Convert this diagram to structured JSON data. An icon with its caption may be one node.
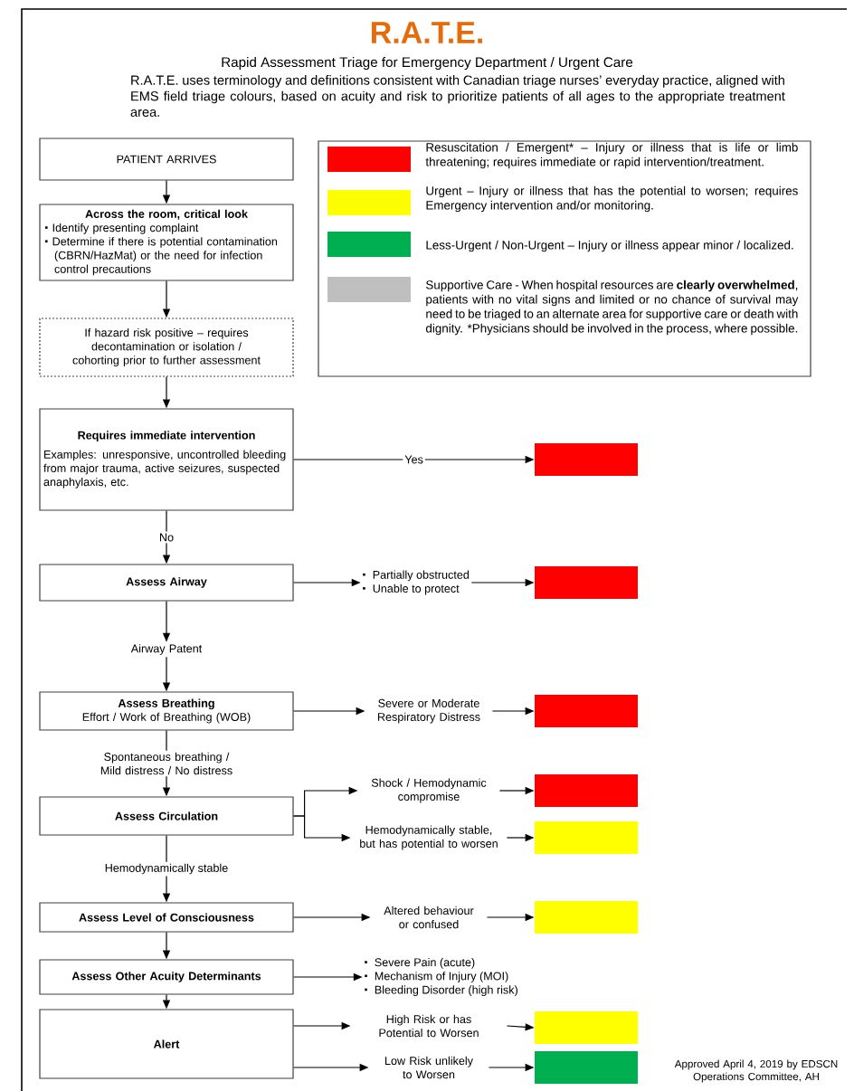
{
  "diagram": {
    "title": "R.A.T.E.",
    "nodes": [
      {
        "text": [
          "PATIENT ARRIVES"
        ]
      },
      {
        "text": [
          "Across the room, critical look",
          "Identify presenting complaint",
          "Determine if there is potential contamination (CBRN/HazMat) or the need for infection control precautions"
        ]
      },
      {
        "text": [
          "If hazard risk positive – requires decontamination or isolation / cohorting prior to further assessment"
        ]
      },
      {
        "text": [
          "Requires immediate intervention",
          "Examples:  unresponsive, uncontrolled bleeding from major trauma, active seizures, suspected anaphylaxis, etc."
        ]
      },
      {
        "text": [],
        "shape": "box"
      },
      {
        "text": [
          "Assess Airway"
        ]
      },
      {
        "text": [
          "Partially obstructed",
          "Unable to protect"
        ]
      },
      {
        "text": [],
        "shape": "box"
      },
      {
        "text": [
          "Airway Patent"
        ]
      },
      {
        "text": [
          "Assess Breathing",
          "Effort / Work of Breathing (WOB)"
        ]
      },
      {
        "text": [
          "Severe or Moderate Respiratory Distress"
        ]
      },
      {
        "text": [],
        "shape": "box"
      },
      {
        "text": [
          "Assess Circulation"
        ]
      },
      {
        "text": [
          "Shock / Hemodynamic compromise"
        ]
      },
      {
        "text": [],
        "shape": "box"
      },
      {
        "text": [
          "Hemodynamically stable, but has potential to worsen"
        ]
      },
      {
        "text": [],
        "shape": "box"
      },
      {
        "text": [
          "Assess Level of Consciousness"
        ]
      },
      {
        "text": [
          "Altered behaviour or confused"
        ]
      },
      {
        "text": [],
        "shape": "box"
      },
      {
        "text": [
          "Assess Other Acuity Determinants"
        ]
      },
      {
        "text": [
          "Severe Pain (acute)",
          "Mechanism of Injury (MOI)",
          "Bleeding Disorder (high risk)"
        ]
      },
      {
        "text": [
          "Alert"
        ]
      },
      {
        "text": [
          "High Risk or has Potential to Worsen"
        ]
      },
      {
        "text": [],
        "shape": "box"
      },
      {
        "text": [
          "Low Risk unlikely to Worsen"
        ]
      },
      {
        "text": [],
        "shape": "box"
      }
    ],
    "edges": [
      {
        "from": 0,
        "to": 1,
        "arrow": "to"
      },
      {
        "from": 1,
        "to": 2,
        "arrow": "to"
      },
      {
        "from": 2,
        "to": 3,
        "arrow": "to"
      },
      {
        "from": 3,
        "to": 4,
        "arrow": "to",
        "label": "Yes"
      },
      {
        "from": 3,
        "to": 5,
        "arrow": "to",
        "label": "No"
      },
      {
        "from": 5,
        "to": 6,
        "arrow": "to"
      },
      {
        "from": 6,
        "to": 7,
        "arrow": "to"
      },
      {
        "from": 5,
        "to": 8,
        "arrow": "to"
      },
      {
        "from": 8,
        "to": 9,
        "arrow": "to"
      },
      {
        "from": 9,
        "to": 10,
        "arrow": "to"
      },
      {
        "from": 10,
        "to": 11,
        "arrow": "to"
      },
      {
        "from": 9,
        "to": 12,
        "arrow": "to",
        "label": "Spontaneous breathing / Mild distress / No distress"
      },
      {
        "from": 12,
        "to": 13,
        "arrow": "to"
      },
      {
        "from": 13,
        "to": 14,
        "arrow": "to"
      },
      {
        "from": 12,
        "to": 15,
        "arrow": "to"
      },
      {
        "from": 15,
        "to": 16,
        "arrow": "to"
      },
      {
        "from": 12,
        "to": 17,
        "arrow": "to",
        "label": "Hemodynamically stable"
      },
      {
        "from": 17,
        "to": 18,
        "arrow": "to"
      },
      {
        "from": 18,
        "to": 19,
        "arrow": "to"
      },
      {
        "from": 17,
        "to": 20,
        "arrow": "to"
      },
      {
        "from": 20,
        "to": 21,
        "arrow": "to"
      },
      {
        "from": 20,
        "to": 22,
        "arrow": "to"
      },
      {
        "from": 22,
        "to": 23,
        "arrow": "to"
      },
      {
        "from": 23,
        "to": 24,
        "arrow": "to"
      },
      {
        "from": 22,
        "to": 25,
        "arrow": "to"
      },
      {
        "from": 25,
        "to": 26,
        "arrow": "to"
      }
    ],
    "labels": [
      "Rapid Assessment Triage for Emergency Department / Urgent Care",
      "R.A.T.E. uses terminology and definitions consistent with Canadian triage nurses’ everyday practice, aligned with EMS field triage colours, based on acuity and risk to prioritize patients of all ages to the appropriate treatment area.",
      "Approved April 4, 2019 by EDSCN Operations Committee, AH"
    ],
    "legend": [
      {
        "text": "Resuscitation / Emergent* – Injury or illness that is life or limb threatening; requires immediate or rapid intervention/treatment.",
        "color": "#ff0000"
      },
      {
        "text": "Urgent – Injury or illness that has the potential to worsen; requires Emergency intervention and/or monitoring.",
        "color": "#ffff00"
      },
      {
        "text": "Less-Urgent / Non-Urgent – Injury or illness appear minor / localized.",
        "color": "#00b050"
      },
      {
        "text": "Supportive Care - When hospital resources are **clearly overwhelmed**, patients with no vital signs and limited or no chance of survival may need to be triaged to an alternate area for supportive care or death with dignity. *Physicians should be involved in the process, where possible.",
        "color": "#bfbfbf"
      }
    ]
  }
}
